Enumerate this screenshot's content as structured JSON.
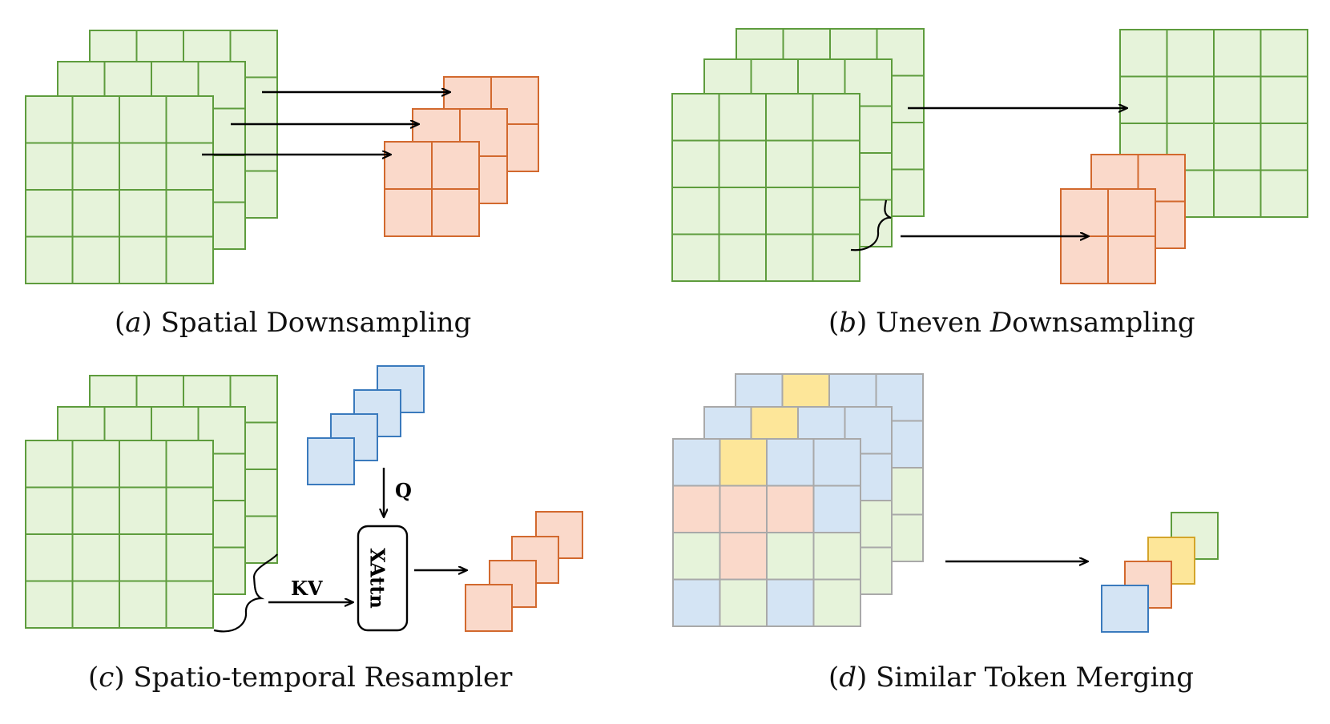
{
  "colors": {
    "green_fill": "#e6f3da",
    "green_stroke": "#5e9c3d",
    "orange_fill": "#fad9ca",
    "orange_stroke": "#d2692e",
    "blue_fill": "#d4e4f4",
    "blue_stroke": "#3a7abd",
    "yellow_fill": "#fde699",
    "yellow_stroke": "#d4a52a",
    "gray_stroke": "#a9a9a9"
  },
  "panels": {
    "a": {
      "label": "a",
      "title": "Spatial Downsampling"
    },
    "b": {
      "label": "b",
      "title": "Uneven ",
      "title_ital": "D",
      "title_rest": "ownsampling"
    },
    "c": {
      "label": "c",
      "title": "Spatio-temporal Resampler",
      "q_label": "Q",
      "kv_label": "KV",
      "xattn_label": "XAttn"
    },
    "d": {
      "label": "d",
      "title": "Similar Token Merging"
    }
  }
}
